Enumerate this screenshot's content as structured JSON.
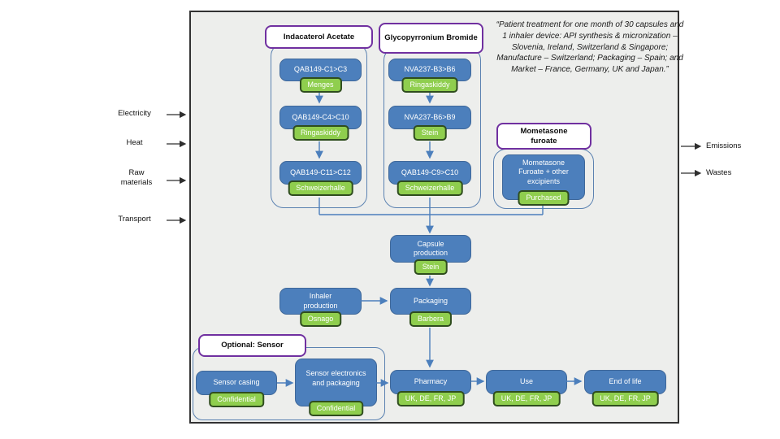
{
  "diagram": {
    "quote": "“Patient treatment for one month of 30 capsules and 1 inhaler device: API synthesis & micronization – Slovenia, Ireland, Switzerland & Singapore; Manufacture – Switzerland; Packaging – Spain; and Market – France, Germany, UK and Japan.”",
    "inputs": [
      "Electricity",
      "Heat",
      "Raw materials",
      "Transport"
    ],
    "outputs": [
      "Emissions",
      "Wastes"
    ],
    "groups": [
      {
        "title": "Indacaterol Acetate",
        "steps": [
          {
            "name": "QAB149-C1>C3",
            "site": "Menges"
          },
          {
            "name": "QAB149-C4>C10",
            "site": "Ringaskiddy"
          },
          {
            "name": "QAB149-C11>C12",
            "site": "Schweizerhalle"
          }
        ]
      },
      {
        "title": "Glycopyrronium Bromide",
        "steps": [
          {
            "name": "NVA237-B3>B6",
            "site": "Ringaskiddy"
          },
          {
            "name": "NVA237-B6>B9",
            "site": "Stein"
          },
          {
            "name": "QAB149-C9>C10",
            "site": "Schweizerhalle"
          }
        ]
      },
      {
        "title": "Mometasone furoate",
        "steps": [
          {
            "name": "Mometasone Furoate + other excipients",
            "site": "Purchased"
          }
        ]
      }
    ],
    "process": {
      "capsule": {
        "name": "Capsule production",
        "site": "Stein"
      },
      "inhaler": {
        "name": "Inhaler production",
        "site": "Osnago"
      },
      "packaging": {
        "name": "Packaging",
        "site": "Barbera"
      }
    },
    "sensor": {
      "title": "Optional: Sensor",
      "casing": {
        "name": "Sensor casing",
        "site": "Confidential"
      },
      "electronics": {
        "name": "Sensor electronics and packaging",
        "site": "Confidential"
      }
    },
    "market": [
      {
        "name": "Pharmacy",
        "site": "UK, DE, FR, JP"
      },
      {
        "name": "Use",
        "site": "UK, DE, FR, JP"
      },
      {
        "name": "End of life",
        "site": "UK, DE, FR, JP"
      }
    ],
    "colors": {
      "node_blue": "#4C7FBC",
      "site_green": "#8FCE4E",
      "header_purple": "#7030A0",
      "frame_blue": "#5B82B1",
      "boundary_gray": "#EDEEEC"
    }
  }
}
